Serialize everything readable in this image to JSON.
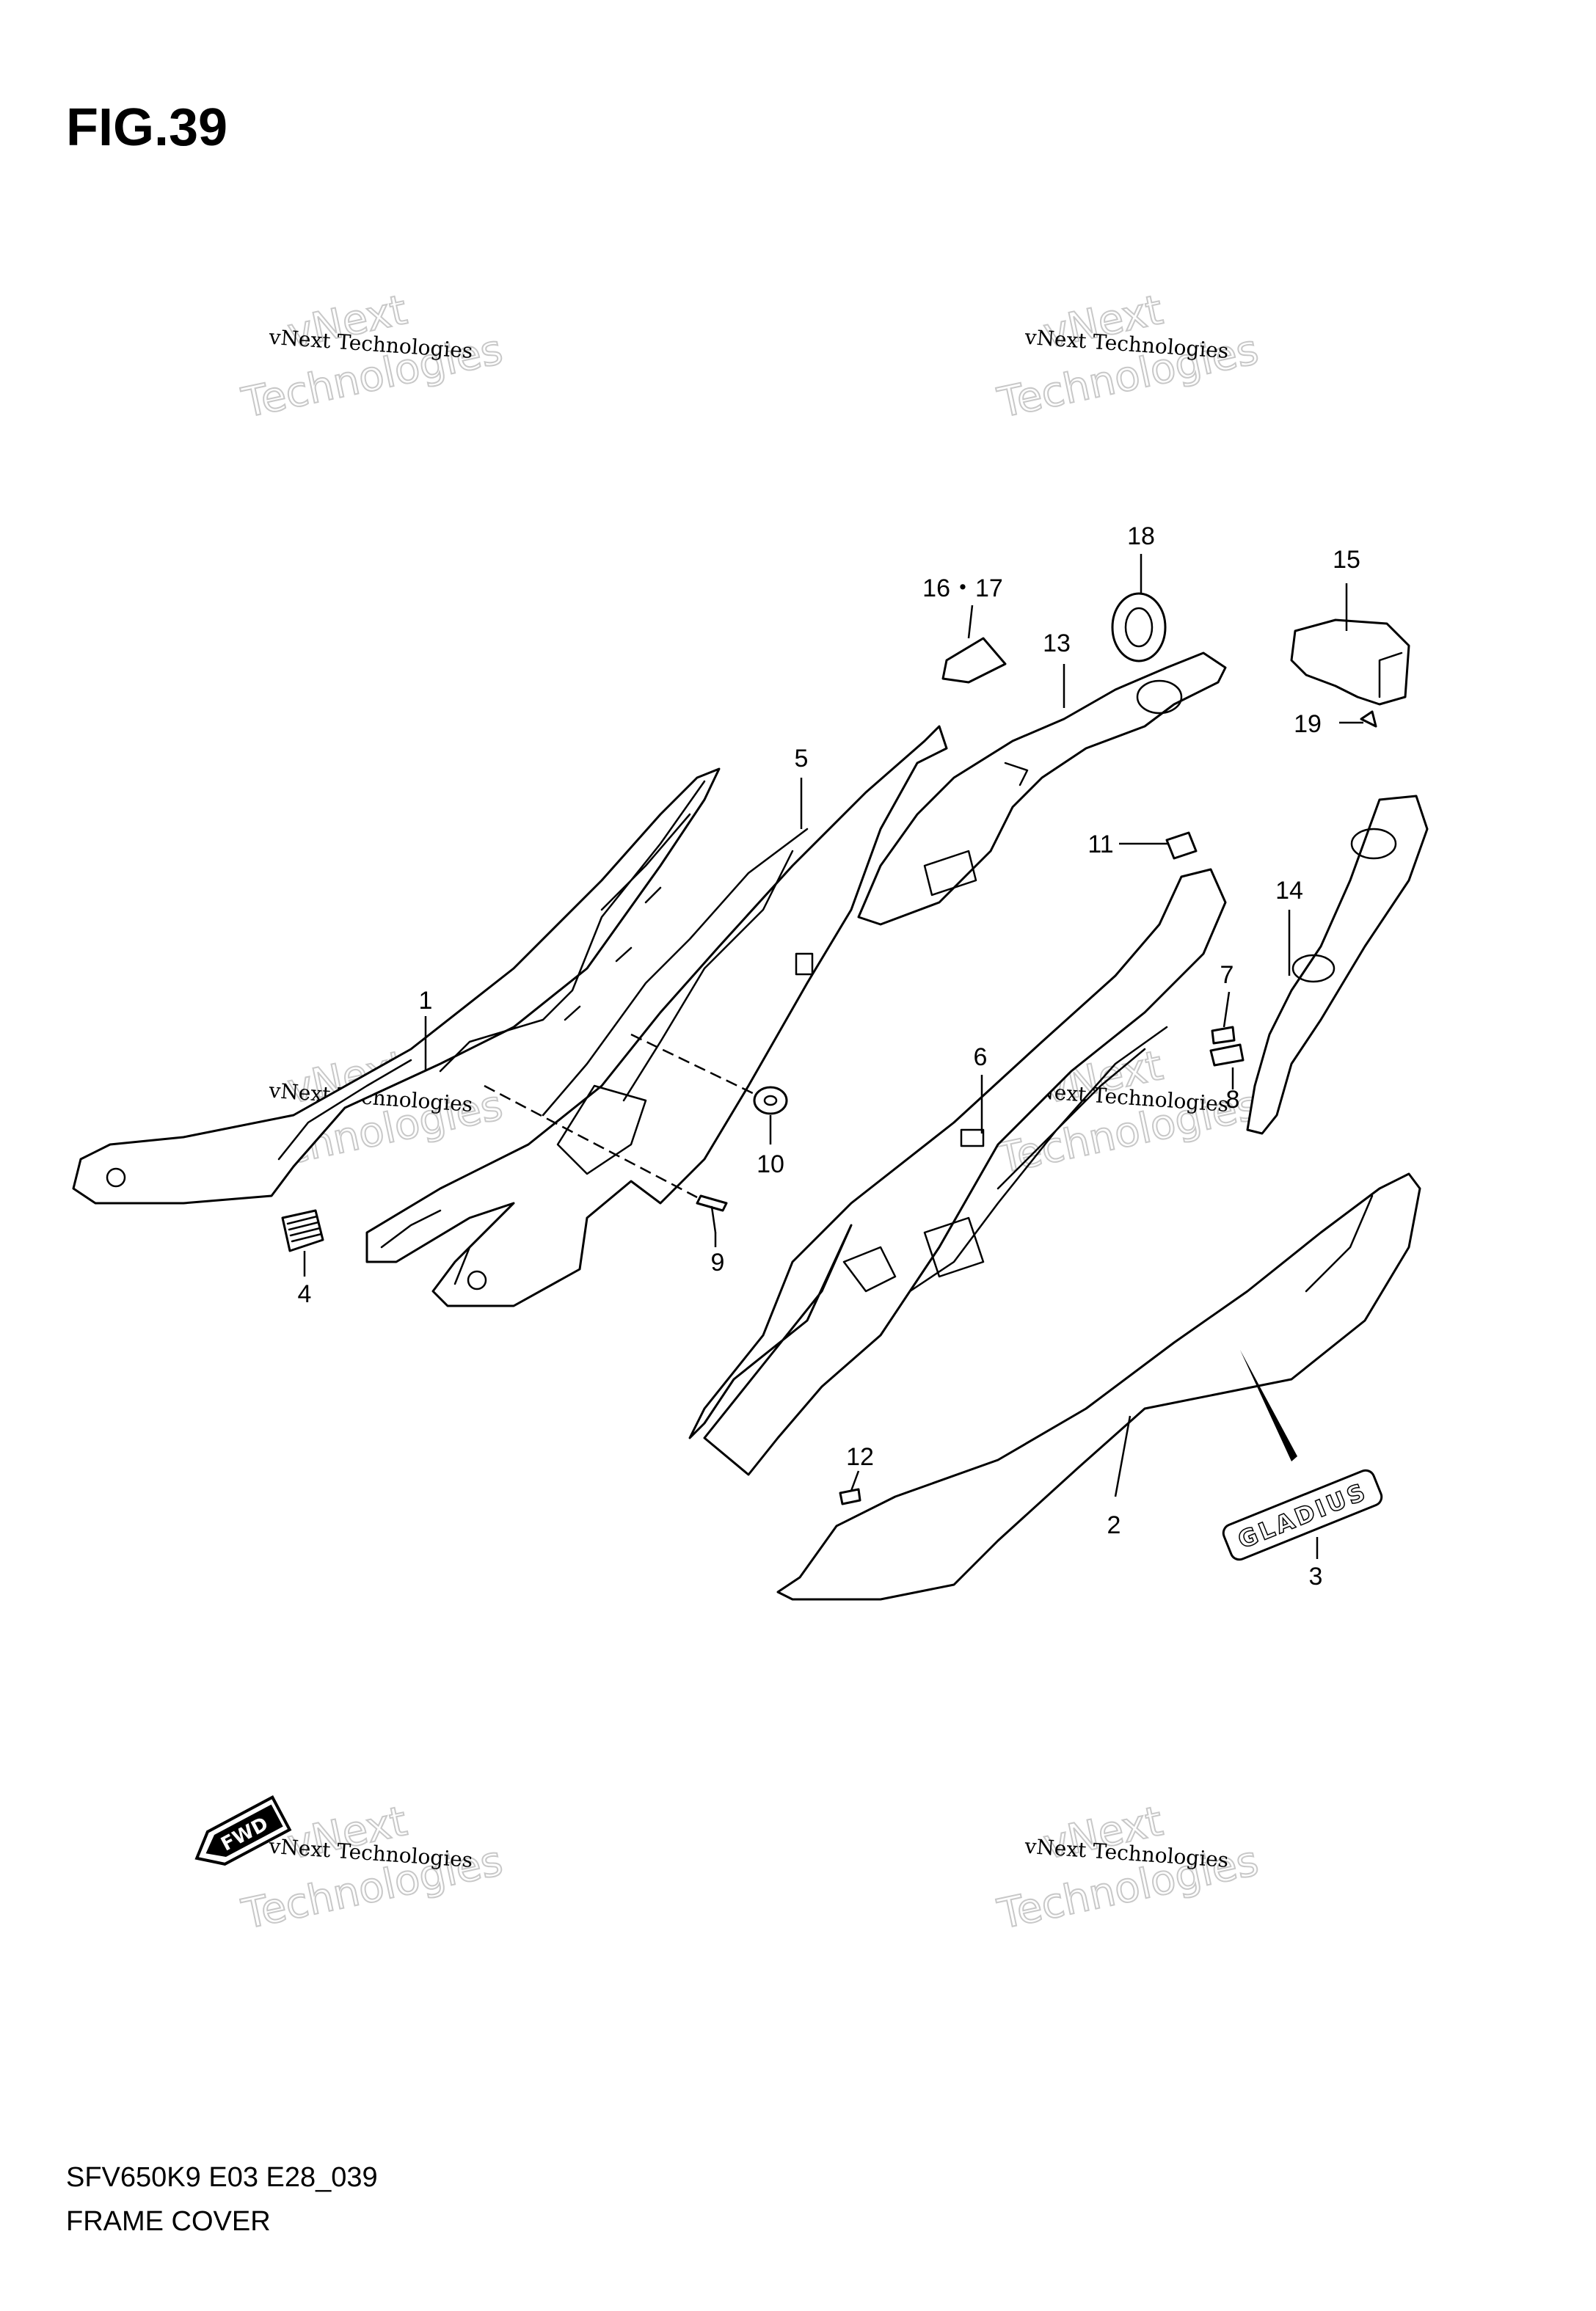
{
  "figure": {
    "title": "FIG.39",
    "model_code": "SFV650K9 E03 E28_039",
    "caption": "FRAME COVER"
  },
  "callouts": {
    "c1": "1",
    "c2": "2",
    "c3": "3",
    "c4": "4",
    "c5": "5",
    "c6": "6",
    "c7": "7",
    "c8": "8",
    "c9": "9",
    "c10": "10",
    "c11": "11",
    "c12": "12",
    "c13": "13",
    "c14": "14",
    "c15": "15",
    "c16_17": "16・17",
    "c18": "18",
    "c19": "19"
  },
  "badges": {
    "fwd": "FWD",
    "emblem": "GLADIUS"
  },
  "watermark": {
    "line": "vNext Technologies",
    "word_top": "vNext",
    "word_bottom": "Technologies"
  },
  "icons": {
    "fwd_arrow": "fwd-arrow-icon"
  }
}
